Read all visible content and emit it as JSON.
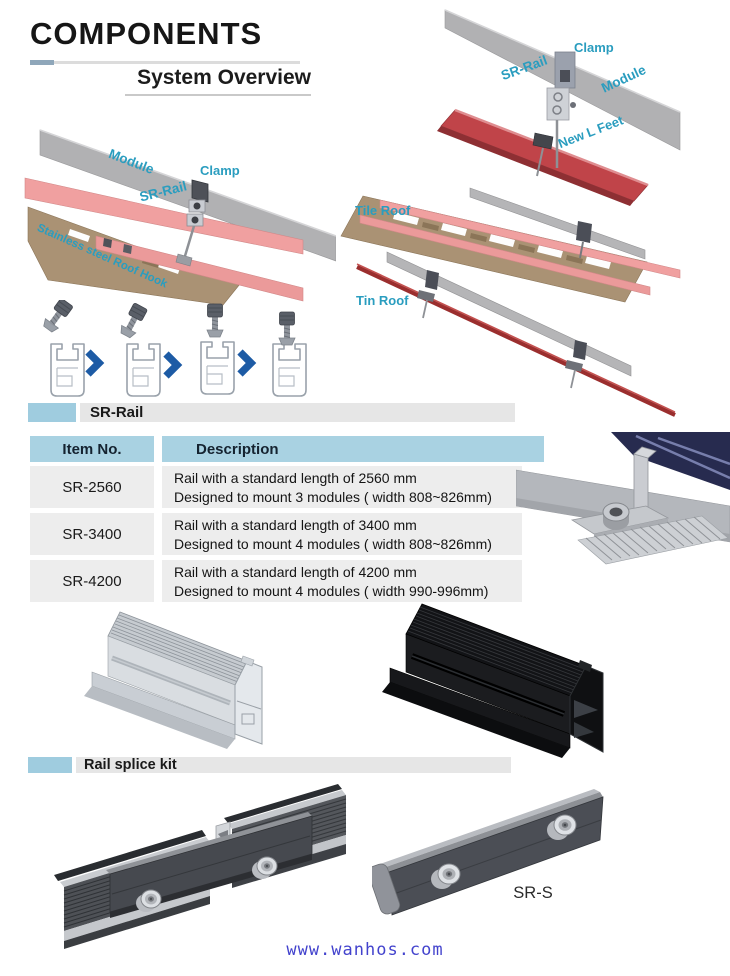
{
  "header": {
    "title": "COMPONENTS",
    "subtitle": "System Overview"
  },
  "diagrams": {
    "flush": {
      "module": "Module",
      "clamp": "Clamp",
      "sr_rail": "SR-Rail",
      "roof_hook": "Stainless steel Roof Hook"
    },
    "exploded": {
      "clamp": "Clamp",
      "sr_rail": "SR-Rail",
      "module": "Module",
      "new_l_feet": "New L Feet",
      "tile_roof": "Tile Roof",
      "tin_roof": "Tin Roof"
    }
  },
  "sections": {
    "sr_rail": {
      "label": "SR-Rail"
    },
    "splice": {
      "label": "Rail splice kit"
    }
  },
  "table": {
    "headers": [
      "Item No.",
      "Description"
    ],
    "rows": [
      {
        "item_no": "SR-2560",
        "line1": "Rail with a standard length of 2560 mm",
        "line2": "Designed to mount 3 modules ( width 808~826mm)"
      },
      {
        "item_no": "SR-3400",
        "line1": "Rail with a standard length of 3400 mm",
        "line2": "Designed to mount 4 modules ( width 808~826mm)"
      },
      {
        "item_no": "SR-4200",
        "line1": "Rail with a standard length of 4200 mm",
        "line2": "Designed to mount 4 modules ( width 990-996mm)"
      }
    ]
  },
  "splice": {
    "part_label": "SR-S"
  },
  "footer": {
    "website": "www.wanhos.com"
  },
  "colors": {
    "label_cyan": "#2a9dbf",
    "section_tab_blue": "#9fccdf",
    "section_bar_gray": "#e6e6e6",
    "table_header_blue": "#a9d2e2",
    "table_row_gray": "#ededed",
    "arrow_blue": "#1d5ba5",
    "footer_blue": "#4343cd",
    "module_gray": "#b1b1b3",
    "rail_pink": "#f0a0a0",
    "roof_tan": "#aa9274",
    "panel_red": "#c04449",
    "tin_seam_red": "#9b2e2e"
  }
}
